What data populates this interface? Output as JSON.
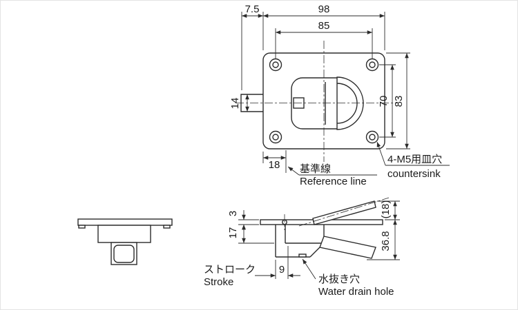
{
  "top_view": {
    "dims": {
      "overall_width": "98",
      "hole_pitch_width": "85",
      "left_offset": "7.5",
      "slider_width": "14",
      "hole_pitch_height": "70",
      "overall_height": "83",
      "reference_offset": "18"
    },
    "labels": {
      "reference_ja": "基準線",
      "reference_en": "Reference line",
      "countersink_ja": "4-M5用皿穴",
      "countersink_en": "countersink"
    }
  },
  "section_view": {
    "dims": {
      "flange_thickness": "3",
      "body_depth": "17",
      "stroke": "9",
      "open_height": "(18)",
      "overall_depth": "36.8"
    },
    "labels": {
      "stroke_ja": "ストローク",
      "stroke_en": "Stroke",
      "drain_ja": "水抜き穴",
      "drain_en": "Water drain hole"
    }
  },
  "colors": {
    "line": "#2b2b2b",
    "background": "#ffffff"
  }
}
